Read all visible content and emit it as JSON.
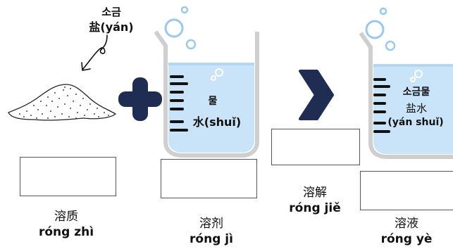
{
  "salt": {
    "korean": "소금",
    "chinese_pinyin": "盐(yán)"
  },
  "water": {
    "korean": "물",
    "chinese_pinyin": "水(shuǐ)"
  },
  "solution_beaker": {
    "korean": "소금물",
    "chinese": "盐水",
    "pinyin": "(yán shuǐ)"
  },
  "labels": {
    "solute": {
      "chinese": "溶质",
      "pinyin": "róng zhì"
    },
    "solvent": {
      "chinese": "溶剂",
      "pinyin": "róng jì"
    },
    "dissolve": {
      "chinese": "溶解",
      "pinyin": "róng jiě"
    },
    "solution": {
      "chinese": "溶液",
      "pinyin": "róng yè"
    }
  },
  "colors": {
    "navy": "#1f2d52",
    "water": "#c9e3f8",
    "water_dark": "#b3d6f2",
    "beaker_edge": "#cfcfcf",
    "bubble": "#9cc8ec"
  },
  "icons": [
    "salt-pile-icon",
    "curly-arrow-icon",
    "plus-icon",
    "beaker-icon",
    "chevron-right-icon",
    "bubble-icon"
  ]
}
